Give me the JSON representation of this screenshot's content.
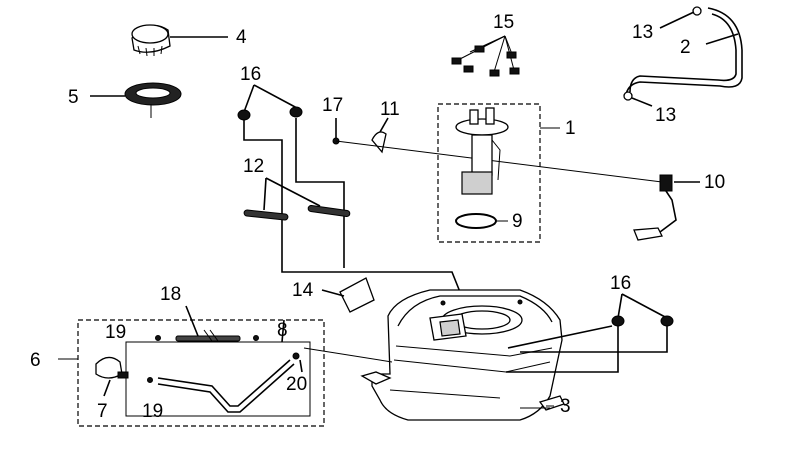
{
  "labels": {
    "l1": "1",
    "l2": "2",
    "l3": "3",
    "l4": "4",
    "l5": "5",
    "l6": "6",
    "l7": "7",
    "l8": "8",
    "l9": "9",
    "l10": "10",
    "l11": "11",
    "l12": "12",
    "l13a": "13",
    "l13b": "13",
    "l14": "14",
    "l15": "15",
    "l16a": "16",
    "l16b": "16",
    "l17": "17",
    "l18": "18",
    "l19a": "19",
    "l19b": "19",
    "l20": "20"
  }
}
